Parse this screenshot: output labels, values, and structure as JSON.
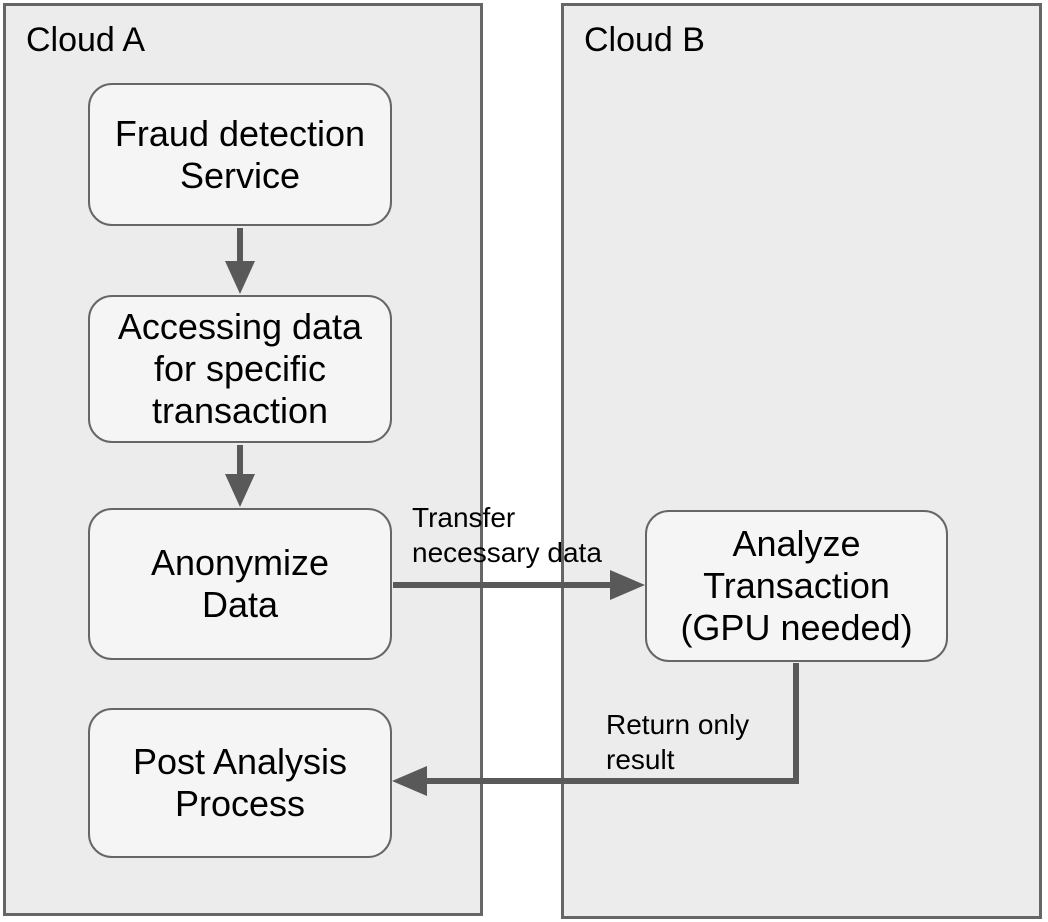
{
  "diagram": {
    "containers": [
      {
        "name": "cloud-a",
        "label": "Cloud A"
      },
      {
        "name": "cloud-b",
        "label": "Cloud B"
      }
    ],
    "nodes": [
      {
        "name": "fraud-detection-service",
        "label": "Fraud detection Service",
        "display": "Fraud detection\nService",
        "container": "Cloud A"
      },
      {
        "name": "accessing-data",
        "label": "Accessing data for specific transaction",
        "display": "Accessing data\nfor specific\ntransaction",
        "container": "Cloud A"
      },
      {
        "name": "anonymize-data",
        "label": "Anonymize Data",
        "display": "Anonymize\nData",
        "container": "Cloud A"
      },
      {
        "name": "post-analysis-process",
        "label": "Post Analysis Process",
        "display": "Post Analysis\nProcess",
        "container": "Cloud A"
      },
      {
        "name": "analyze-transaction",
        "label": "Analyze Transaction (GPU needed)",
        "display": "Analyze\nTransaction\n(GPU needed)",
        "container": "Cloud B"
      }
    ],
    "edges": [
      {
        "from": "fraud-detection-service",
        "to": "accessing-data",
        "label": ""
      },
      {
        "from": "accessing-data",
        "to": "anonymize-data",
        "label": ""
      },
      {
        "from": "anonymize-data",
        "to": "analyze-transaction",
        "label": "Transfer necessary data",
        "label_display": "Transfer\nnecessary data"
      },
      {
        "from": "analyze-transaction",
        "to": "post-analysis-process",
        "label": "Return only result",
        "label_display": "Return only\nresult"
      }
    ],
    "colors": {
      "background": "#ffffff",
      "container_fill": "#ececec",
      "container_border": "#666666",
      "node_fill": "#f5f5f5",
      "node_border": "#666666",
      "arrow": "#595959",
      "text": "#000000"
    }
  }
}
